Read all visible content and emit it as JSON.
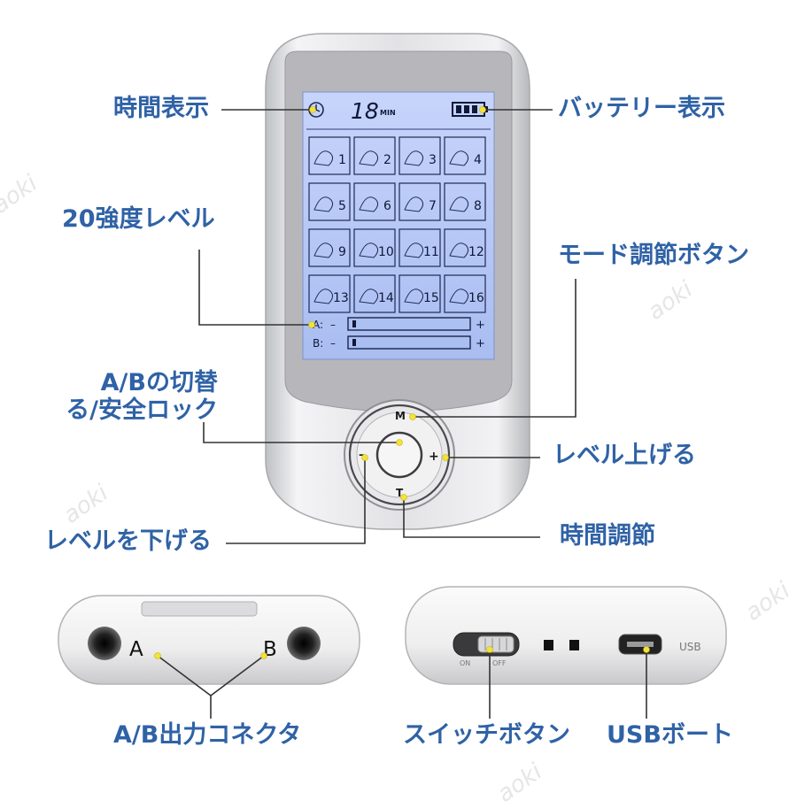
{
  "watermark": "aoki",
  "callouts": {
    "time_display": "時間表示",
    "battery_display": "バッテリー表示",
    "intensity_level": "20強度レベル",
    "mode_button": "モード調節ボタン",
    "ab_switch_line1": "A/Bの切替",
    "ab_switch_line2": "る/安全ロック",
    "level_up": "レベル上げる",
    "level_down": "レベルを下げる",
    "time_adjust": "時間調節",
    "ab_connector": "A/B出力コネクタ",
    "switch_button": "スイッチボタン",
    "usb_port": "USBボート"
  },
  "screen": {
    "timer_value": "18",
    "timer_unit": "MIN",
    "modes": [
      "1",
      "2",
      "3",
      "4",
      "5",
      "6",
      "7",
      "8",
      "9",
      "10",
      "11",
      "12",
      "13",
      "14",
      "15",
      "16"
    ],
    "channel_a": "A:",
    "channel_b": "B:",
    "minus": "–",
    "plus": "+"
  },
  "buttons": {
    "mode": "M",
    "time": "T",
    "minus": "–",
    "plus": "+"
  },
  "ports": {
    "port_a": "A",
    "port_b": "B",
    "switch_on": "ON",
    "switch_off": "OFF",
    "usb_label": "USB"
  },
  "colors": {
    "callout_text": "#2f62a6",
    "lcd_blue": "#b9c9f5",
    "device_silver": "#d9d9dc",
    "marker_yellow": "#f2e23a"
  }
}
